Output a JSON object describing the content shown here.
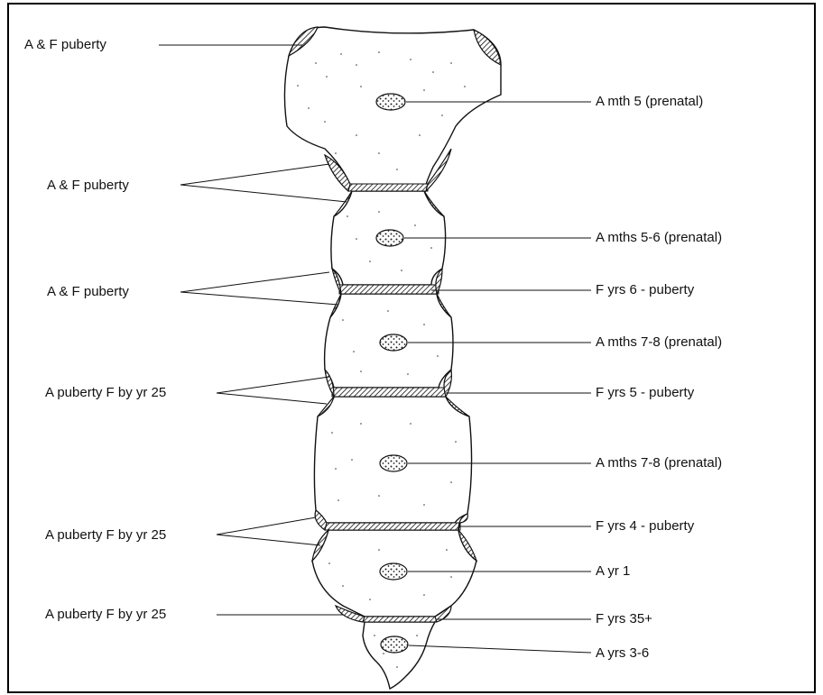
{
  "colors": {
    "ink": "#111111",
    "bone": "#ffffff",
    "frame": "#000000"
  },
  "left_labels": [
    "A & F puberty",
    "A & F puberty",
    "A & F puberty",
    "A puberty F by yr 25",
    "A puberty F by yr 25",
    "A puberty F by yr 25"
  ],
  "right_labels": [
    "A mth 5 (prenatal)",
    "A mths 5-6 (prenatal)",
    "F yrs 6 - puberty",
    "A mths 7-8 (prenatal)",
    "F yrs 5 - puberty",
    "A mths 7-8 (prenatal)",
    "F yrs  4 - puberty",
    "A yr 1",
    "F yrs 35+",
    "A yrs 3-6"
  ]
}
